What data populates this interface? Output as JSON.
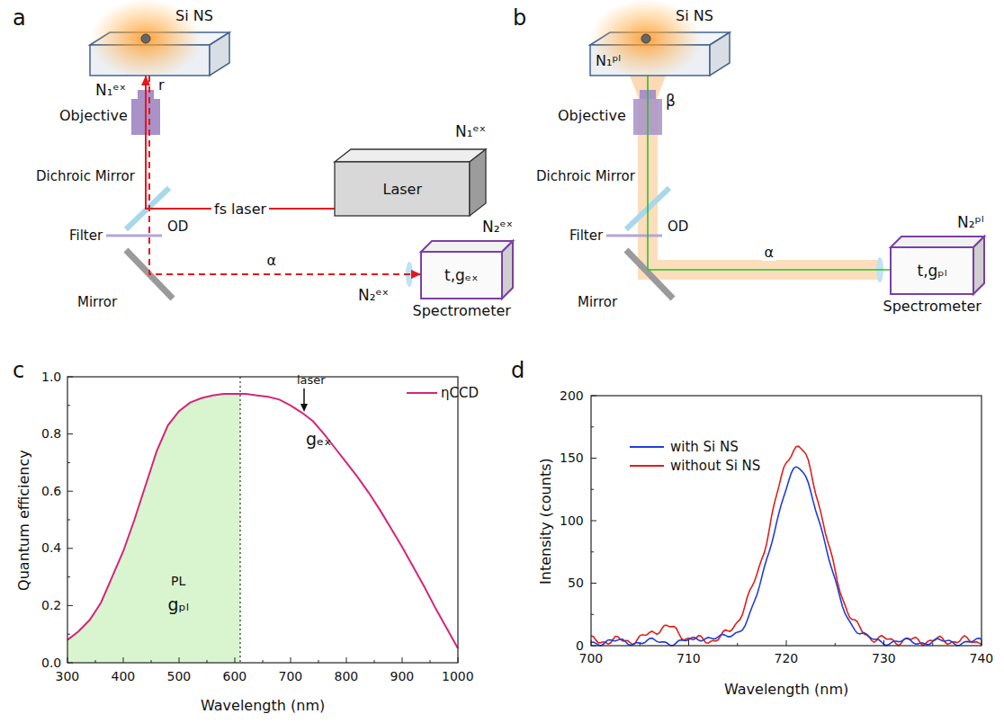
{
  "diagram": {
    "nodes": [
      {
        "text": [
          "Si NS"
        ]
      },
      {
        "text": [
          "Laser",
          "N₁ᵉˣ"
        ]
      },
      {
        "text": [
          "N₂ᵉˣ",
          "t,gₑₓ",
          "Spectrometer"
        ]
      },
      {
        "text": [
          "Si NS",
          "N₁ᵖˡ"
        ]
      },
      {
        "text": [
          "N₂ᵖˡ",
          "t,gₚₗ",
          "Spectrometer"
        ]
      }
    ],
    "edges": [
      {
        "from": 1,
        "to": 0,
        "arrow": "to",
        "label": "fs laser"
      },
      {
        "from": 0,
        "to": 2,
        "arrow": "to",
        "label": "α"
      },
      {
        "from": 3,
        "to": 4,
        "arrow": "none",
        "label": "α"
      }
    ],
    "labels": [
      "a",
      "r",
      "N₁ᵉˣ",
      "Objective",
      "Dichroic Mirror",
      "Filter",
      "OD",
      "Mirror",
      "N₂ᵉˣ",
      "b",
      "β",
      "Objective",
      "Dichroic Mirror",
      "Filter",
      "OD",
      "Mirror",
      "c",
      "0.0",
      "0.2",
      "0.4",
      "0.6",
      "0.8",
      "1.0",
      "300",
      "400",
      "500",
      "600",
      "700",
      "800",
      "900",
      "1000",
      "Wavelength (nm)",
      "Quantum efficiency",
      "laser",
      "gₑₓ",
      "PL",
      "gₚₗ",
      "d",
      "0",
      "50",
      "100",
      "150",
      "200",
      "700",
      "710",
      "720",
      "730",
      "740",
      "Wavelength (nm)",
      "Intensity (counts)"
    ],
    "legend": [
      {
        "text": "ηCCD"
      },
      {
        "text": "with Si NS"
      },
      {
        "text": "without Si NS"
      }
    ]
  }
}
